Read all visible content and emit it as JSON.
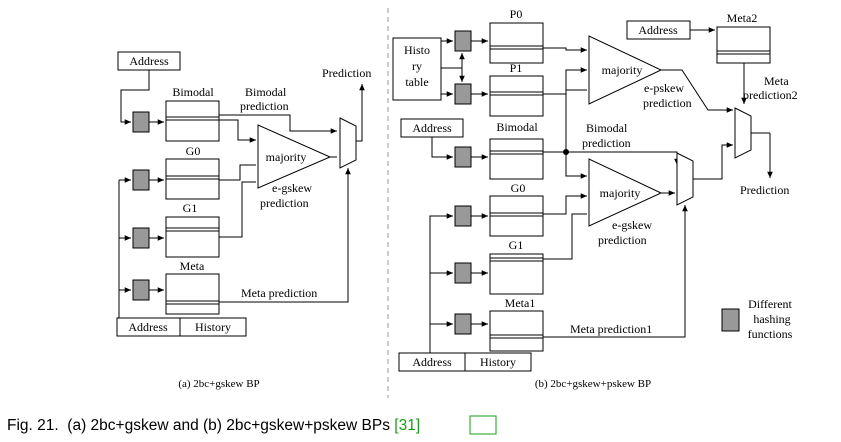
{
  "left": {
    "address": "Address",
    "bimodal": "Bimodal",
    "bimodal_pred_1": "Bimodal",
    "bimodal_pred_2": "prediction",
    "g0": "G0",
    "g1": "G1",
    "meta": "Meta",
    "majority": "majority",
    "egskew_1": "e-gskew",
    "egskew_2": "prediction",
    "prediction": "Prediction",
    "meta_prediction": "Meta prediction",
    "bottom_address": "Address",
    "bottom_history": "History",
    "caption": "(a) 2bc+gskew BP"
  },
  "right": {
    "history_table_1": "Histo",
    "history_table_2": "ry",
    "history_table_3": "table",
    "p0": "P0",
    "p1": "P1",
    "address_top": "Address",
    "meta2": "Meta2",
    "majority_top": "majority",
    "epskew_1": "e-pskew",
    "epskew_2": "prediction",
    "meta_pred2_1": "Meta",
    "meta_pred2_2": "prediction2",
    "address_mid": "Address",
    "bimodal": "Bimodal",
    "bimodal_pred_1": "Bimodal",
    "bimodal_pred_2": "prediction",
    "g0": "G0",
    "g1": "G1",
    "meta1": "Meta1",
    "majority_bottom": "majority",
    "egskew_1": "e-gskew",
    "egskew_2": "prediction",
    "prediction": "Prediction",
    "meta_prediction1": "Meta prediction1",
    "bottom_address": "Address",
    "bottom_history": "History",
    "legend_1": "Different",
    "legend_2": "hashing",
    "legend_3": "functions",
    "caption": "(b) 2bc+gskew+pskew BP"
  },
  "caption": {
    "text": "Fig. 21.  (a) 2bc+gskew and (b) 2bc+gskew+pskew BPs ",
    "ref": "[31]"
  }
}
